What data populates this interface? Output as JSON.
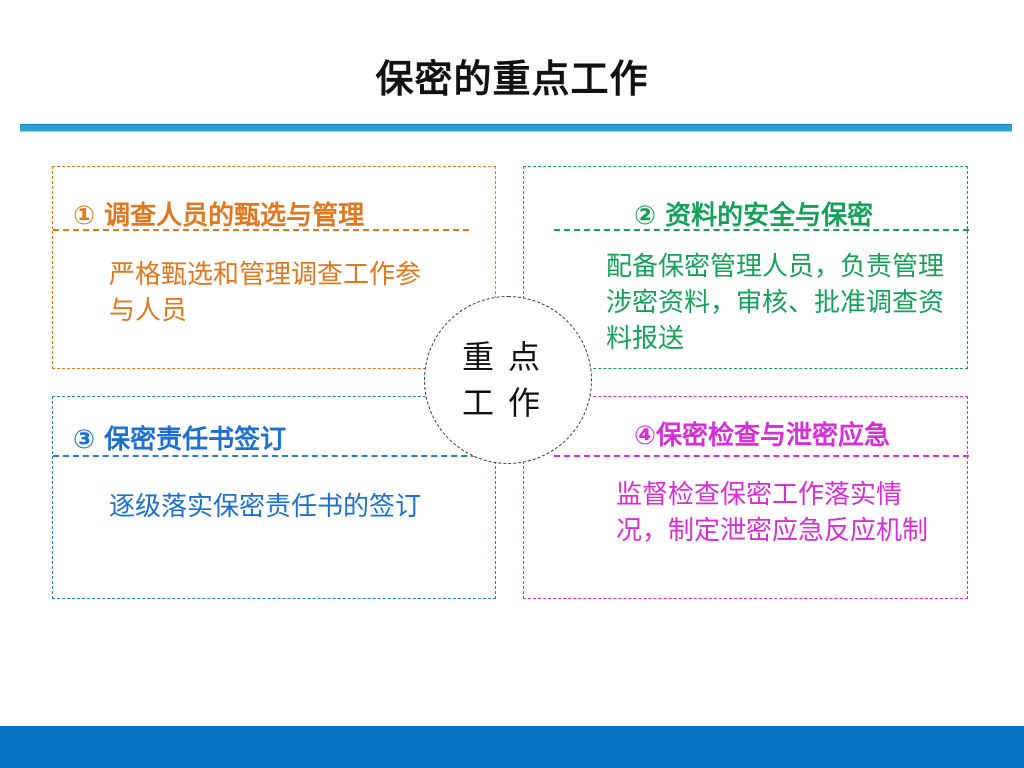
{
  "title": "保密的重点工作",
  "center": {
    "label": "重点工作"
  },
  "quadrants": [
    {
      "heading": "①  调查人员的甄选与管理",
      "body": "严格甄选和管理调查工作参与人员"
    },
    {
      "heading": "②  资料的安全与保密",
      "body": "配备保密管理人员，负责管理涉密资料，审核、批准调查资料报送"
    },
    {
      "heading": "③  保密责任书签订",
      "body": "逐级落实保密责任书的签订"
    },
    {
      "heading": "④保密检查与泄密应急",
      "body": "监督检查保密工作落实情况，制定泄密应急反应机制"
    }
  ],
  "colors": {
    "q1": "#e07820",
    "q2": "#17a05a",
    "q3": "#1f6fcf",
    "q4": "#d52fd5",
    "title_rule": "#2aa0d4",
    "footer": "#0a72c2"
  }
}
